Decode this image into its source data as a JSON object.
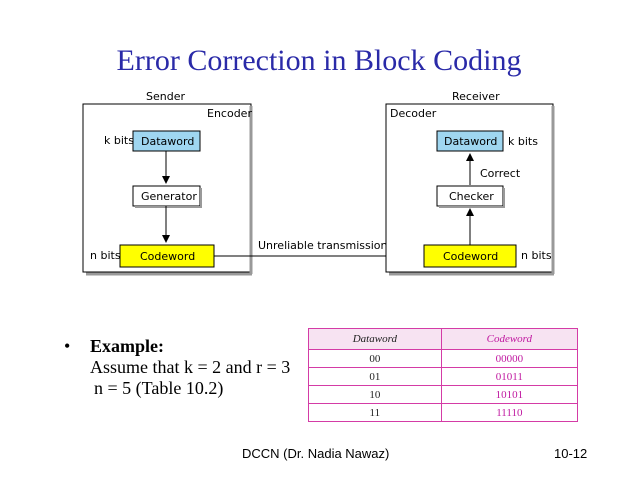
{
  "title": "Error Correction in Block Coding",
  "diagram": {
    "sender_label": "Sender",
    "receiver_label": "Receiver",
    "encoder_label": "Encoder",
    "decoder_label": "Decoder",
    "sender_dataword": "Dataword",
    "sender_k_bits": "k bits",
    "generator": "Generator",
    "sender_codeword": "Codeword",
    "sender_n_bits": "n bits",
    "channel_label": "Unreliable transmission",
    "receiver_dataword": "Dataword",
    "receiver_k_bits": "k bits",
    "correct_label": "Correct",
    "checker": "Checker",
    "receiver_codeword": "Codeword",
    "receiver_n_bits": "n bits",
    "colors": {
      "dataword_fill": "#9fd6f0",
      "codeword_fill": "#ffff00",
      "box_fill": "#ffffff",
      "stroke": "#000000"
    }
  },
  "example": {
    "bullet": "•",
    "heading": "Example:",
    "line1": "Assume that k = 2 and r = 3",
    "line2": "n = 5 (Table 10.2)"
  },
  "table": {
    "headers": [
      "Dataword",
      "Codeword"
    ],
    "rows": [
      [
        "00",
        "00000"
      ],
      [
        "01",
        "01011"
      ],
      [
        "10",
        "10101"
      ],
      [
        "11",
        "11110"
      ]
    ],
    "colors": {
      "border": "#d43ba6",
      "codeword_text": "#c018a0"
    }
  },
  "footer": {
    "left": "DCCN (Dr. Nadia Nawaz)",
    "right": "10-12"
  }
}
